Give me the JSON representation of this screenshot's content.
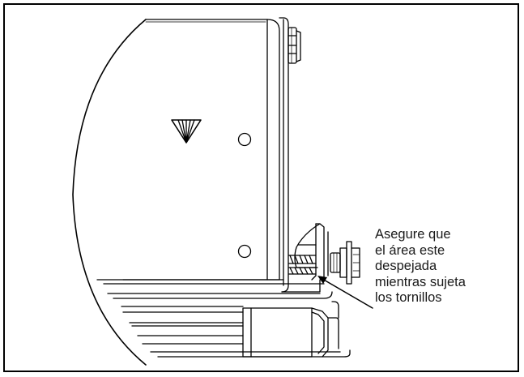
{
  "figure": {
    "callout_lines": [
      "Asegure que",
      "el área este",
      "despejada",
      "mientras sujeta",
      "los tornillos"
    ],
    "line_color": "#000000",
    "background": "#ffffff"
  }
}
